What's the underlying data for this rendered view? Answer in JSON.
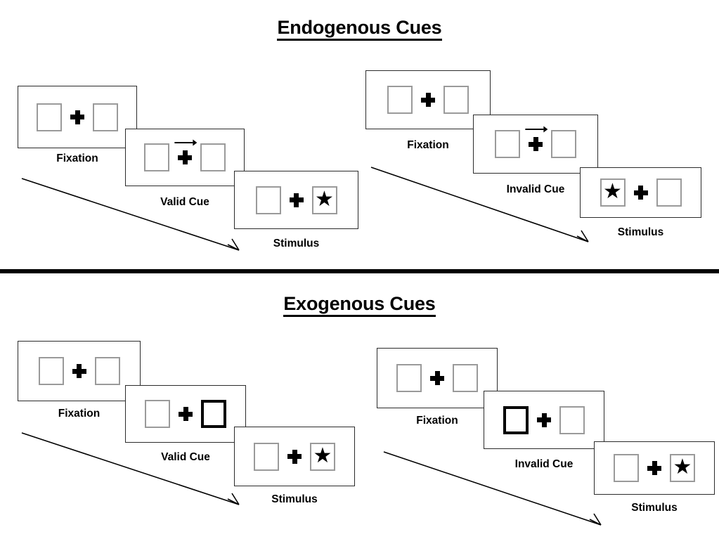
{
  "figure": {
    "title_endogenous": "Endogenous Cues",
    "title_exogenous": "Exogenous Cues",
    "divider_color": "#000000"
  },
  "sections": [
    {
      "id": "endogenous",
      "title": "Endogenous Cues",
      "columns": [
        {
          "id": "endogenous-valid",
          "panels": [
            {
              "stage": "Fixation",
              "cue_type": "none",
              "left_box": "empty",
              "right_box": "empty"
            },
            {
              "stage": "Valid Cue",
              "cue_type": "arrow-right",
              "left_box": "empty",
              "right_box": "empty"
            },
            {
              "stage": "Stimulus",
              "cue_type": "none",
              "left_box": "empty",
              "right_box": "star"
            }
          ]
        },
        {
          "id": "endogenous-invalid",
          "panels": [
            {
              "stage": "Fixation",
              "cue_type": "none",
              "left_box": "empty",
              "right_box": "empty"
            },
            {
              "stage": "Invalid Cue",
              "cue_type": "arrow-right",
              "left_box": "empty",
              "right_box": "empty"
            },
            {
              "stage": "Stimulus",
              "cue_type": "none",
              "left_box": "star",
              "right_box": "empty"
            }
          ]
        }
      ]
    },
    {
      "id": "exogenous",
      "title": "Exogenous Cues",
      "columns": [
        {
          "id": "exogenous-valid",
          "panels": [
            {
              "stage": "Fixation",
              "cue_type": "none",
              "left_box": "empty",
              "right_box": "empty"
            },
            {
              "stage": "Valid Cue",
              "cue_type": "box-highlight-right",
              "left_box": "empty",
              "right_box": "cued"
            },
            {
              "stage": "Stimulus",
              "cue_type": "none",
              "left_box": "empty",
              "right_box": "star"
            }
          ]
        },
        {
          "id": "exogenous-invalid",
          "panels": [
            {
              "stage": "Fixation",
              "cue_type": "none",
              "left_box": "empty",
              "right_box": "empty"
            },
            {
              "stage": "Invalid Cue",
              "cue_type": "box-highlight-left",
              "left_box": "cued",
              "right_box": "empty"
            },
            {
              "stage": "Stimulus",
              "cue_type": "none",
              "left_box": "empty",
              "right_box": "star"
            }
          ]
        }
      ]
    }
  ],
  "labels": {
    "fixation": "Fixation",
    "valid_cue": "Valid Cue",
    "invalid_cue": "Invalid Cue",
    "stimulus": "Stimulus"
  },
  "glyphs": {
    "star": "★",
    "fixation_cross": "plus-sign",
    "cue_arrow": "arrow-right-icon",
    "flow_arrow": "time-flow-arrow-icon"
  },
  "colors": {
    "ink": "#000000",
    "frame_border": "#2b2b2b",
    "box_border": "#9a9a9a",
    "cued_box_border": "#000000",
    "background": "#ffffff"
  }
}
